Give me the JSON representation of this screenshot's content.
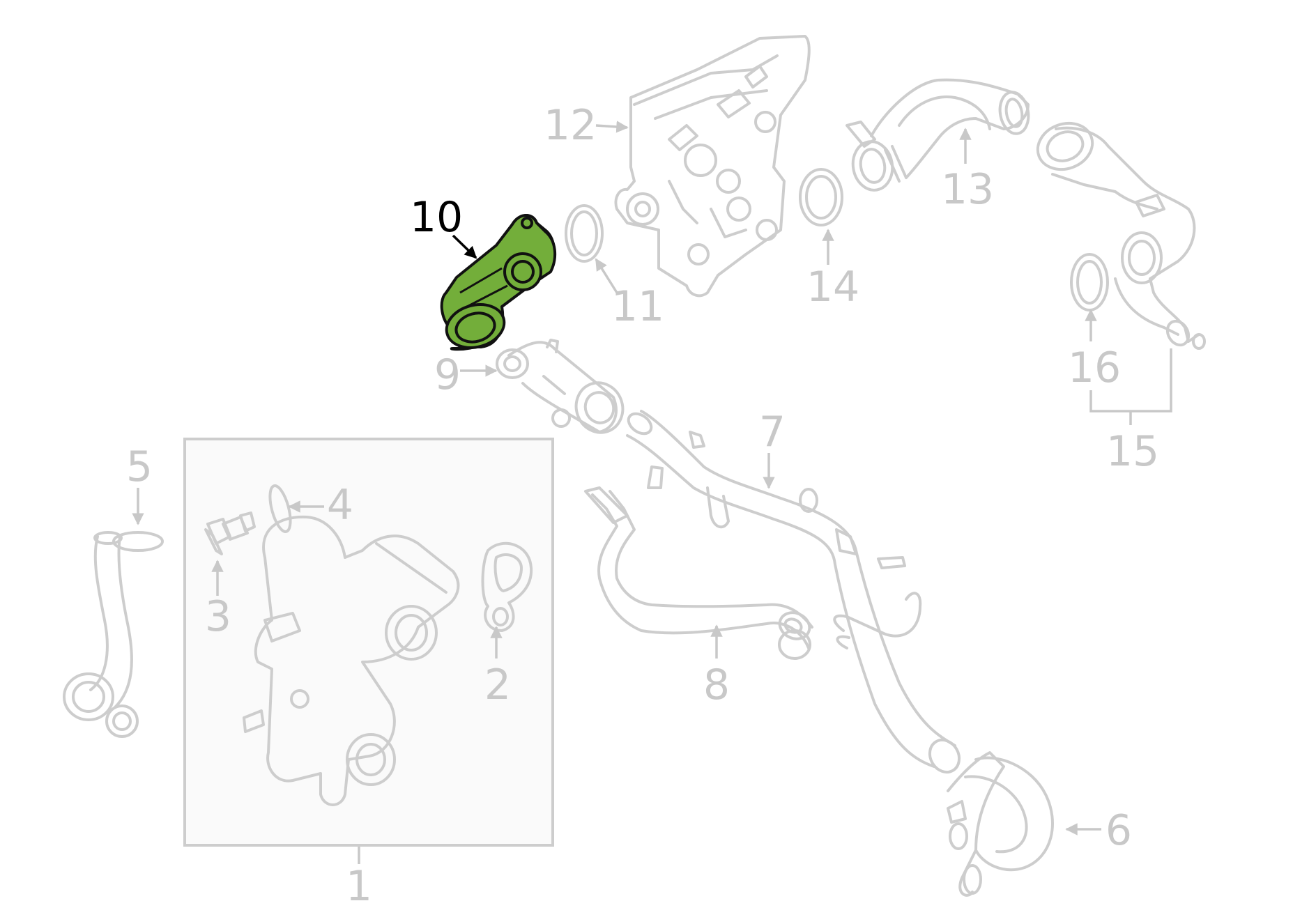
{
  "diagram": {
    "highlight_color": "#73ae3a",
    "muted_color": "#c8c8c8",
    "active_color": "#000000",
    "selected_part": "10",
    "callouts": {
      "c1": "1",
      "c2": "2",
      "c3": "3",
      "c4": "4",
      "c5": "5",
      "c6": "6",
      "c7": "7",
      "c8": "8",
      "c9": "9",
      "c10": "10",
      "c11": "11",
      "c12": "12",
      "c13": "13",
      "c14": "14",
      "c15": "15",
      "c16": "16"
    }
  }
}
